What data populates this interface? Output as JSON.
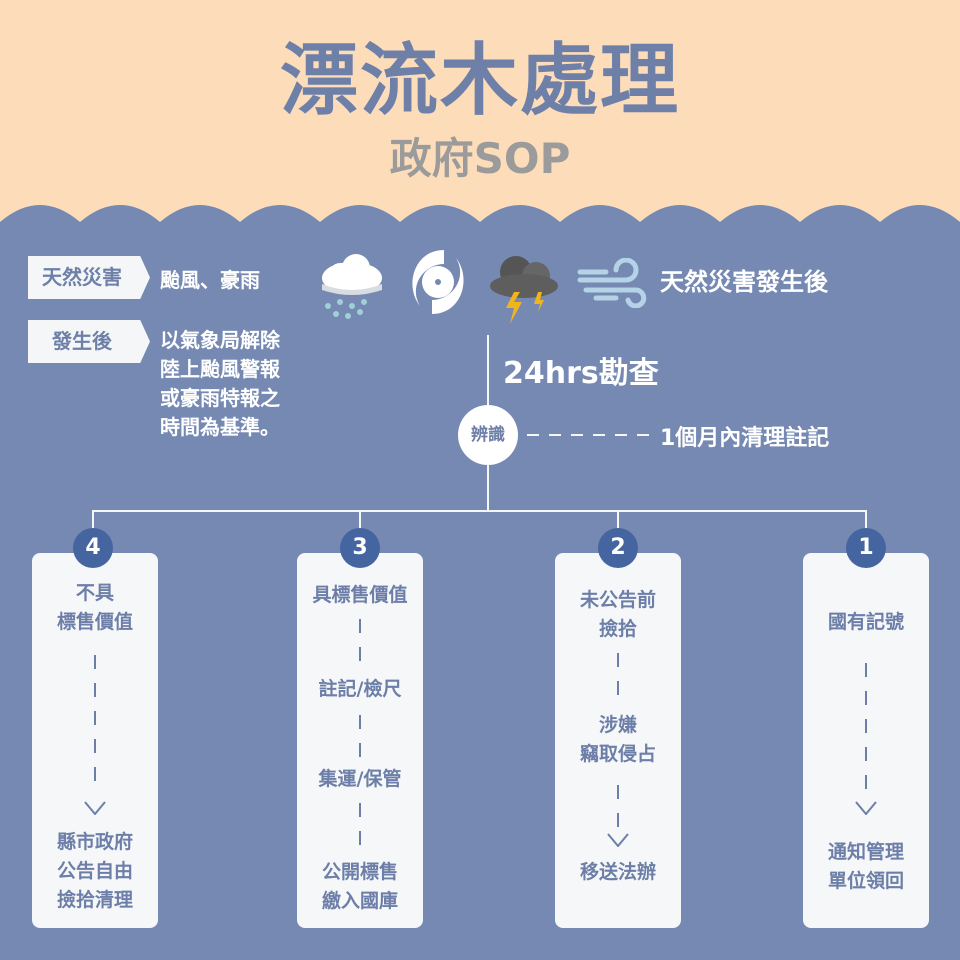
{
  "title": "漂流木處理",
  "subtitle": "政府SOP",
  "info": {
    "tag1": "天然災害",
    "text1": "颱風、豪雨",
    "tag2": "發生後",
    "text2": "以氣象局解除\n陸上颱風警報\n或豪雨特報之\n時間為基準。",
    "icons": [
      "rain-cloud-icon",
      "typhoon-icon",
      "thunderstorm-icon",
      "wind-icon"
    ],
    "after": "天然災害發生後"
  },
  "flow": {
    "inspect": "24hrs勘查",
    "identify": "辨識",
    "clean": "1個月內清理註記"
  },
  "cards": [
    {
      "num": "4",
      "steps": [
        "不具\n標售價值",
        "縣市政府\n公告自由\n撿拾清理"
      ]
    },
    {
      "num": "3",
      "steps": [
        "具標售價值",
        "註記/檢尺",
        "集運/保管",
        "公開標售\n繳入國庫"
      ]
    },
    {
      "num": "2",
      "steps": [
        "未公告前\n撿拾",
        "涉嫌\n竊取侵占",
        "移送法辦"
      ]
    },
    {
      "num": "1",
      "steps": [
        "國有記號",
        "通知管理\n單位領回"
      ]
    }
  ],
  "colors": {
    "background": "#7589b3",
    "header": "#fddcb9",
    "accent": "#4565a0",
    "card": "#f5f7f8"
  }
}
